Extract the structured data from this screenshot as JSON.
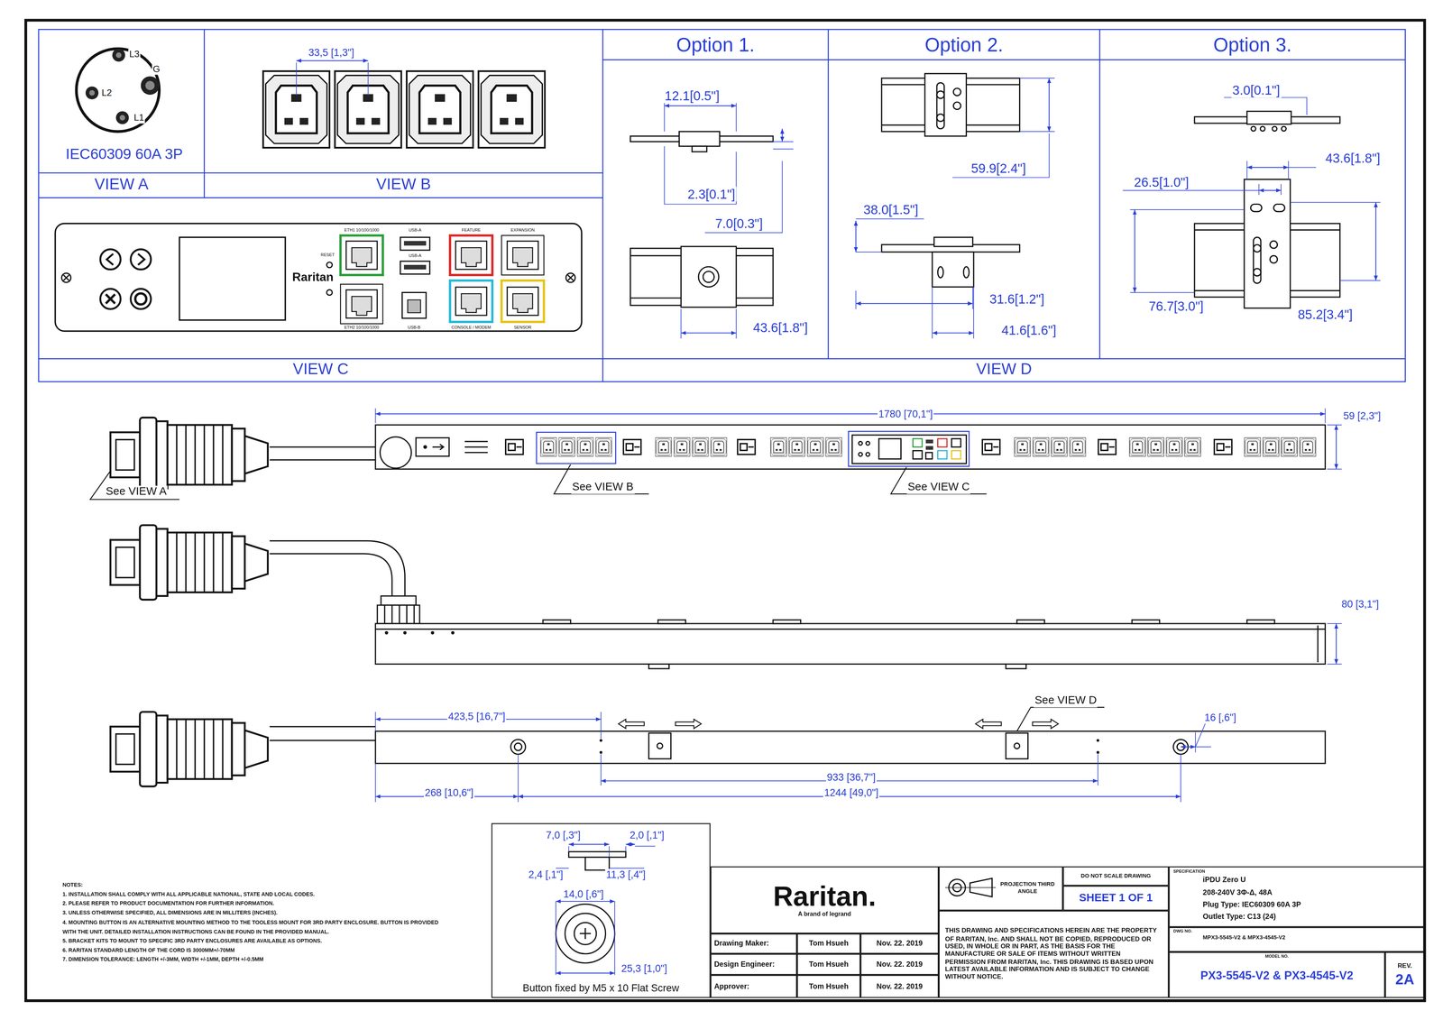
{
  "diagram": {
    "nodes": [
      {
        "text": [
          "Option 1."
        ]
      },
      {
        "text": [
          "Option 2."
        ]
      },
      {
        "text": [
          "Option 3."
        ]
      },
      {
        "text": [
          "VIEW A"
        ]
      },
      {
        "text": [
          "VIEW B"
        ]
      },
      {
        "text": [
          "VIEW C"
        ]
      },
      {
        "text": [
          "VIEW D"
        ]
      },
      {
        "text": [
          "Button fixed by M5 x 10 Flat Screw"
        ]
      },
      {
        "text": [
          "Raritan.",
          "A brand of legrand"
        ]
      },
      {
        "text": [
          "PROJECTION THIRD ANGLE"
        ]
      },
      {
        "text": [
          "DO NOT SCALE DRAWING"
        ]
      },
      {
        "text": [
          "SHEET 1 OF 1"
        ]
      },
      {
        "text": [
          "SPECIFICATION",
          "iPDU Zero U",
          "208-240V 3Φ-Δ, 48A",
          "Plug Type: IEC60309 60A 3P",
          "Outlet Type: C13 (24)"
        ]
      },
      {
        "text": [
          "THIS DRAWING AND SPECIFICATIONS HEREIN ARE THE PROPERTY OF RARITAN, Inc. AND SHALL NOT BE COPIED, REPRODUCED OR USED, IN WHOLE OR IN PART, AS THE BASIS FOR THE MANUFACTURE OR SALE OF ITEMS WITHOUT WRITTEN PERMISSION FROM RARITAN, Inc. THIS DRAWING IS BASED UPON LATEST AVAILABLE INFORMATION AND IS SUBJECT TO CHANGE WITHOUT NOTICE."
        ]
      },
      {
        "text": [
          "DWG NO.",
          "MPX3-5545-V2 & MPX3-4545-V2"
        ]
      },
      {
        "text": [
          "Drawing Maker:"
        ]
      },
      {
        "text": [
          "Tom Hsueh"
        ]
      },
      {
        "text": [
          "Nov. 22. 2019"
        ]
      },
      {
        "text": [
          "Design Engineer:"
        ]
      },
      {
        "text": [
          "Tom Hsueh"
        ]
      },
      {
        "text": [
          "Nov. 22. 2019"
        ]
      },
      {
        "text": [
          "Approver:"
        ]
      },
      {
        "text": [
          "Tom Hsueh"
        ]
      },
      {
        "text": [
          "Nov. 22. 2019"
        ]
      },
      {
        "text": [
          "MODEL NO.",
          "PX3-5545-V2 & PX3-4545-V2"
        ]
      },
      {
        "text": [
          "REV.",
          "2A"
        ]
      }
    ],
    "labels": [
      "L3",
      "G",
      "L2",
      "L1",
      "IEC60309 60A 3P",
      "33,5 [1,3\"]",
      "RESET",
      "Raritan",
      "ETH1 10/100/1000",
      "USB-A",
      "USB-A",
      "FEATURE",
      "EXPANSION",
      "ETH2 10/100/1000",
      "USB-B",
      "CONSOLE / MODEM",
      "SENSOR",
      "12.1[0.5\"]",
      "2.3[0.1\"]",
      "7.0[0.3\"]",
      "43.6[1.8\"]",
      "59.9[2.4\"]",
      "38.0[1.5\"]",
      "31.6[1.2\"]",
      "41.6[1.6\"]",
      "3.0[0.1\"]",
      "43.6[1.8\"]",
      "26.5[1.0\"]",
      "76.7[3.0\"]",
      "85.2[3.4\"]",
      "1780 [70,1\"]",
      "59 [2,3\"]",
      "See VIEW A",
      "See VIEW B",
      "See VIEW C",
      "80 [3,1\"]",
      "See VIEW D",
      "423,5 [16,7\"]",
      "16 [,6\"]",
      "933 [36,7\"]",
      "268 [10,6\"]",
      "1244 [49,0\"]",
      "7,0 [,3\"]",
      "2,0 [,1\"]",
      "2,4 [,1\"]",
      "11,3 [,4\"]",
      "14,0 [,6\"]",
      "25,3 [1,0\"]",
      "NOTES:",
      "1. INSTALLATION SHALL COMPLY WITH ALL APPLICABLE NATIONAL, STATE AND LOCAL CODES.",
      "2. PLEASE REFER TO PRODUCT DOCUMENTATION FOR FURTHER INFORMATION.",
      "3. UNLESS OTHERWISE SPECIFIED, ALL DIMENSIONS ARE IN MILLITERS (INCHES).",
      "4. MOUNTING BUTTON IS AN ALTERNATIVE MOUNTING METHOD TO THE TOOLESS MOUNT FOR 3RD PARTY ENCLOSURE. BUTTON IS PROVIDED WITH THE UNIT. DETAILED INSTALLATION INSTRUCTIONS CAN BE FOUND IN THE PROVIDED MANUAL.",
      "5. BRACKET KITS TO MOUNT TO SPECIFIC 3RD PARTY ENCLOSURES ARE AVAILABLE AS OPTIONS.",
      "6. RARITAN STANDARD LENGTH OF THE CORD IS 3000MM+/-70MM",
      "7. DIMENSION TOLERANCE: LENGTH +/-3MM, WIDTH +/-1MM, DEPTH +/-0.5MM"
    ]
  }
}
